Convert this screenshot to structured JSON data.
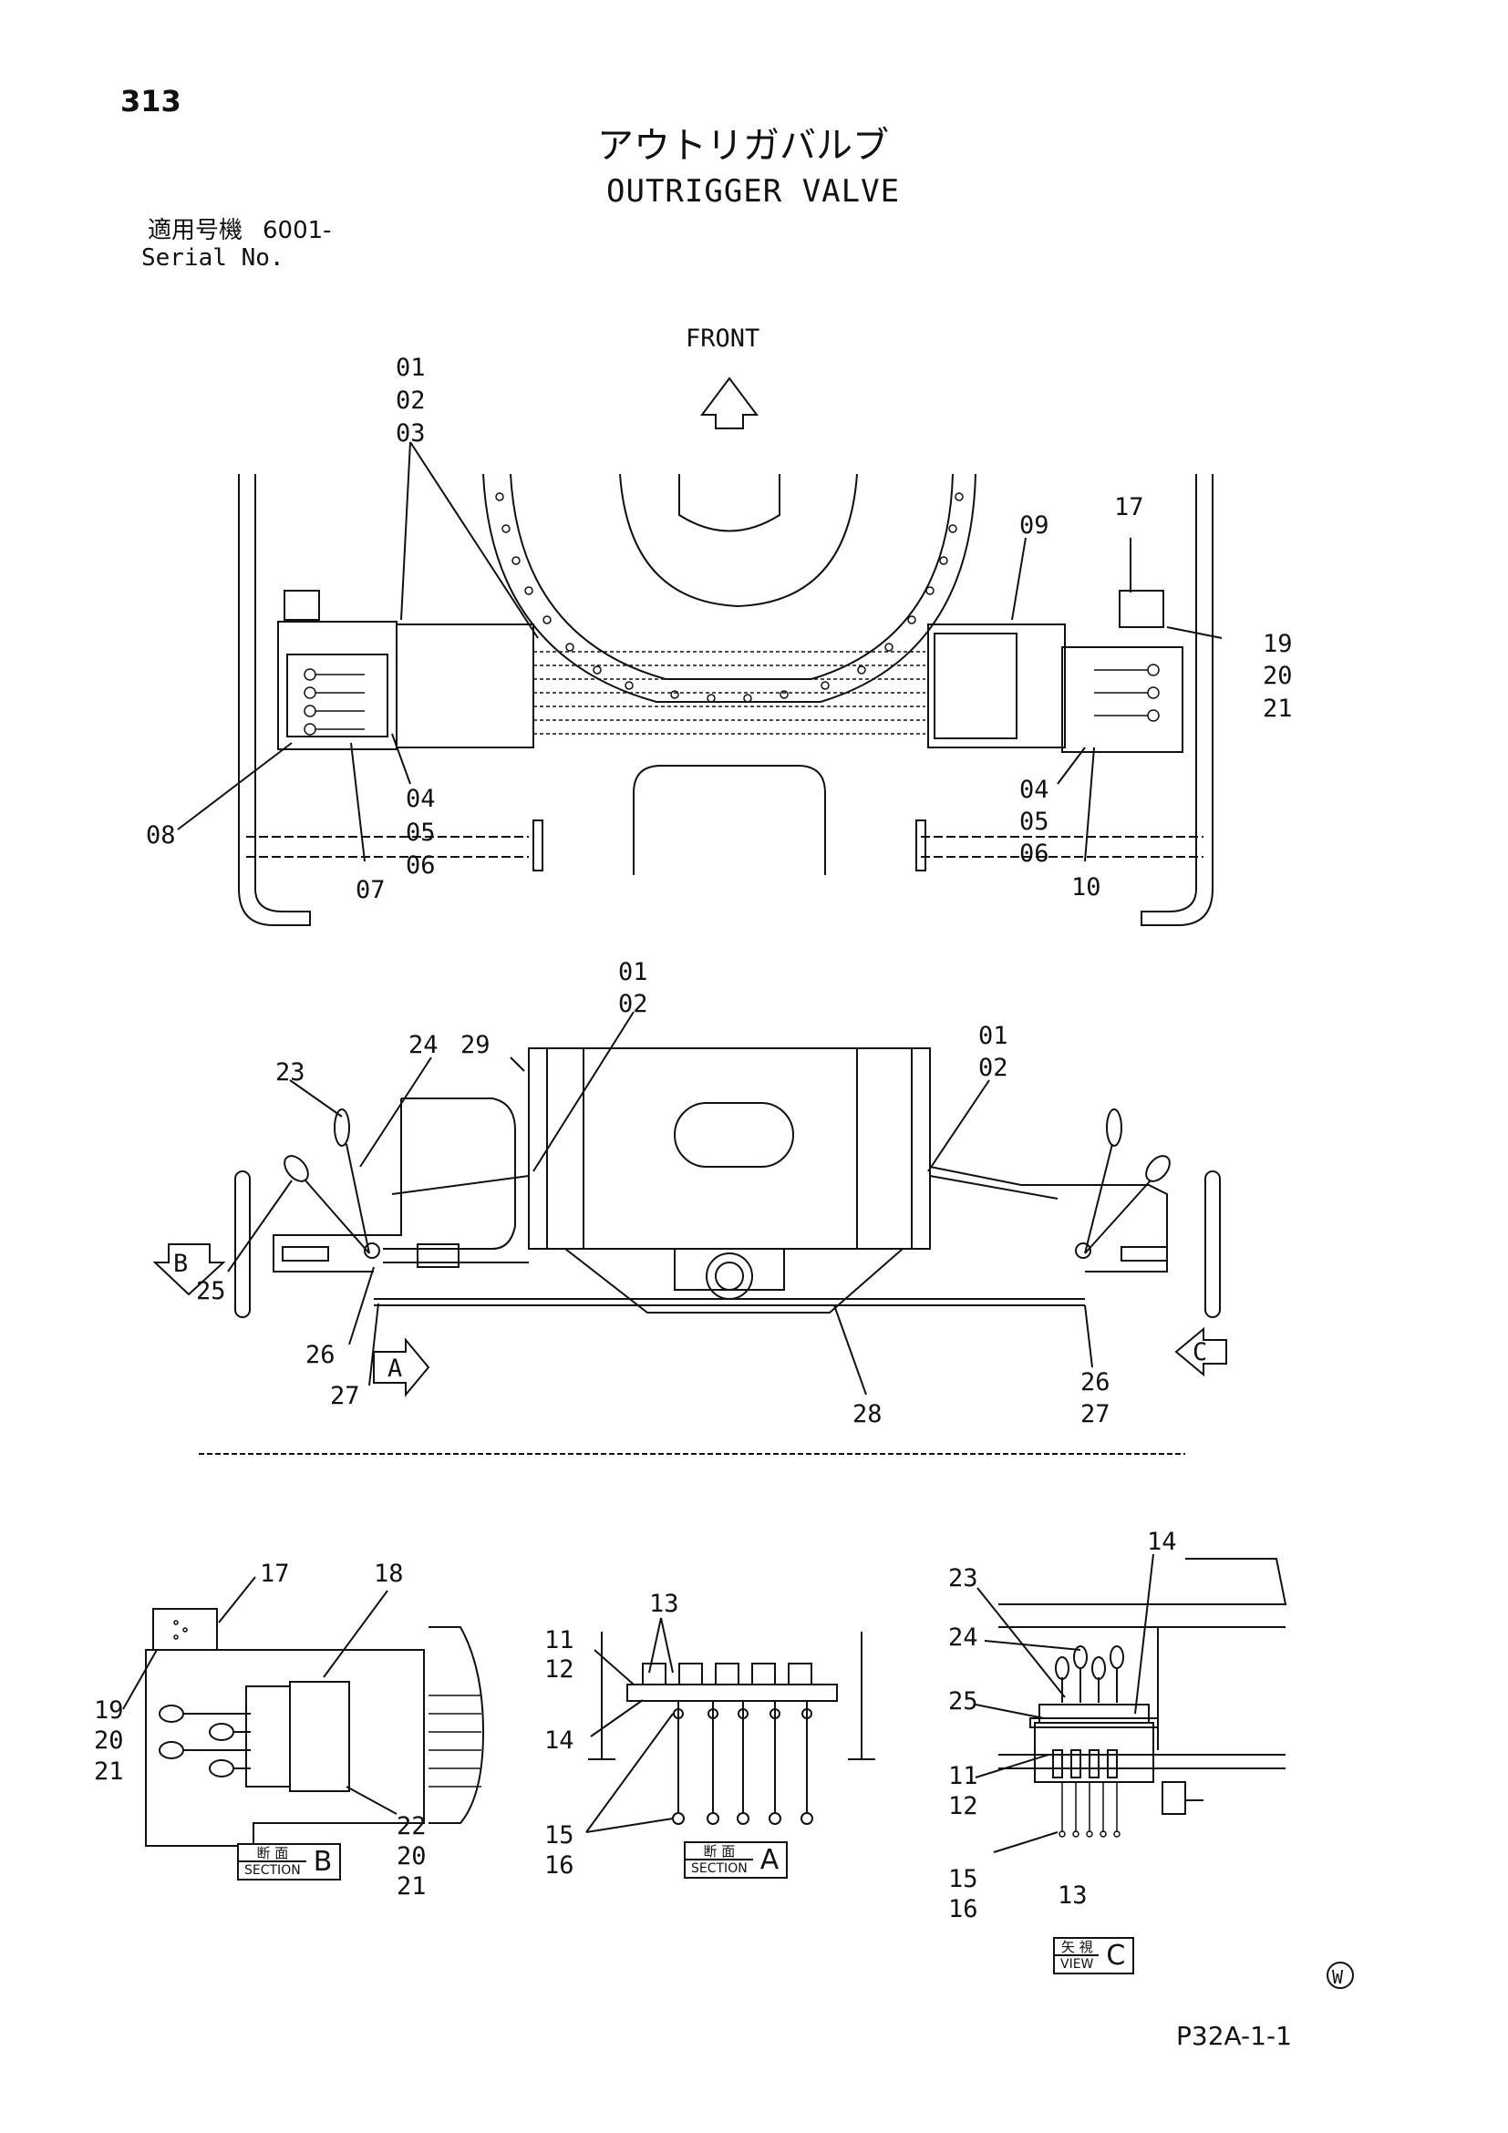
{
  "header": {
    "page_number": "313",
    "title_jp": "アウトリガバルブ",
    "title_en": "OUTRIGGER VALVE",
    "serial_label_jp": "適用号機",
    "serial_value": "6001-",
    "serial_label_en": "Serial No."
  },
  "diagram": {
    "front_label": "FRONT",
    "top_view_callouts": [
      "01",
      "02",
      "03",
      "09",
      "17",
      "19",
      "20",
      "21",
      "04",
      "05",
      "06",
      "08",
      "07",
      "10"
    ],
    "side_view_callouts": [
      "01",
      "02",
      "24",
      "29",
      "23",
      "B",
      "25",
      "26",
      "27",
      "A",
      "28",
      "C"
    ],
    "sections": [
      {
        "label_jp": "断 面",
        "label_en": "SECTION",
        "letter": "B"
      },
      {
        "label_jp": "断 面",
        "label_en": "SECTION",
        "letter": "A"
      },
      {
        "label_jp": "矢 視",
        "label_en": "VIEW",
        "letter": "C"
      }
    ]
  },
  "footer": {
    "mark": "W",
    "code": "P32A-1-1"
  }
}
